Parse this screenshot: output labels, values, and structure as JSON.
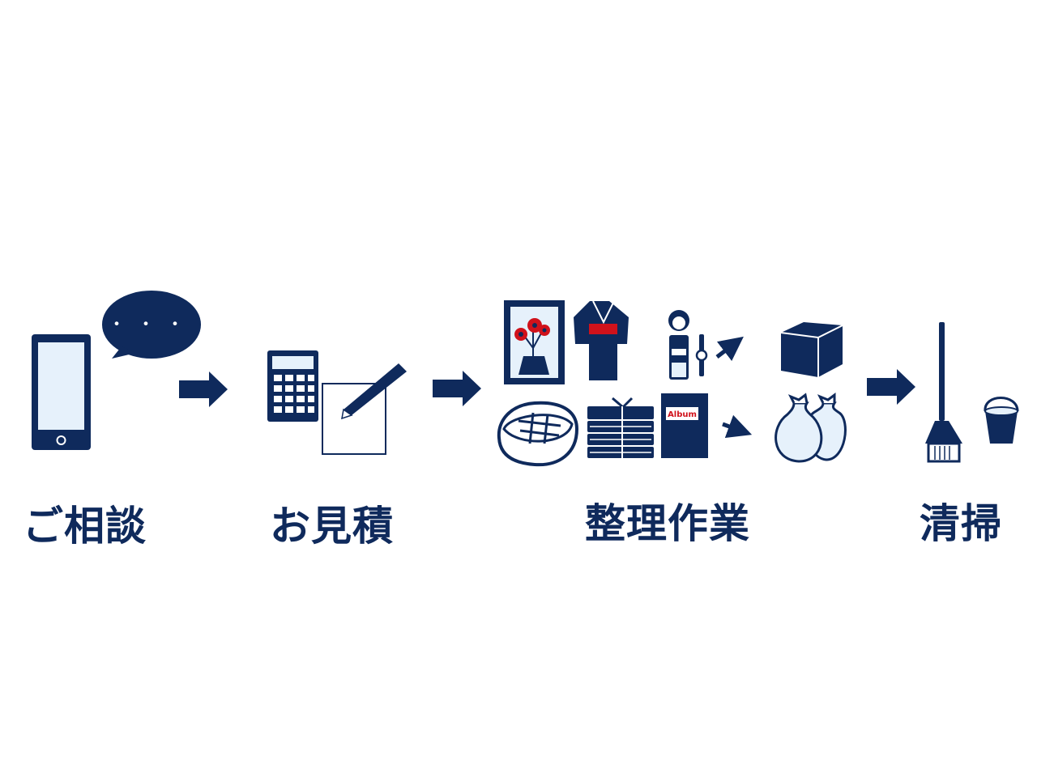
{
  "colors": {
    "navy": "#0f2a5c",
    "light_blue": "#e6f1fb",
    "red": "#d0121b",
    "white": "#ffffff"
  },
  "steps": [
    {
      "label": "ご相談",
      "icons": [
        "smartphone-icon",
        "speech-bubble-icon"
      ]
    },
    {
      "label": "お見積",
      "icons": [
        "calculator-icon",
        "pencil-paper-icon"
      ]
    },
    {
      "label": "整理作業",
      "icons": [
        "framed-flower-picture-icon",
        "kimono-icon",
        "doll-icon",
        "wristwatch-icon",
        "futon-icon",
        "books-bundle-icon",
        "album-icon",
        "cardboard-box-icon",
        "garbage-bags-icon"
      ]
    },
    {
      "label": "清掃",
      "icons": [
        "broom-icon",
        "bucket-icon"
      ]
    }
  ],
  "album_text": "Album",
  "bubble_text": "・・・"
}
